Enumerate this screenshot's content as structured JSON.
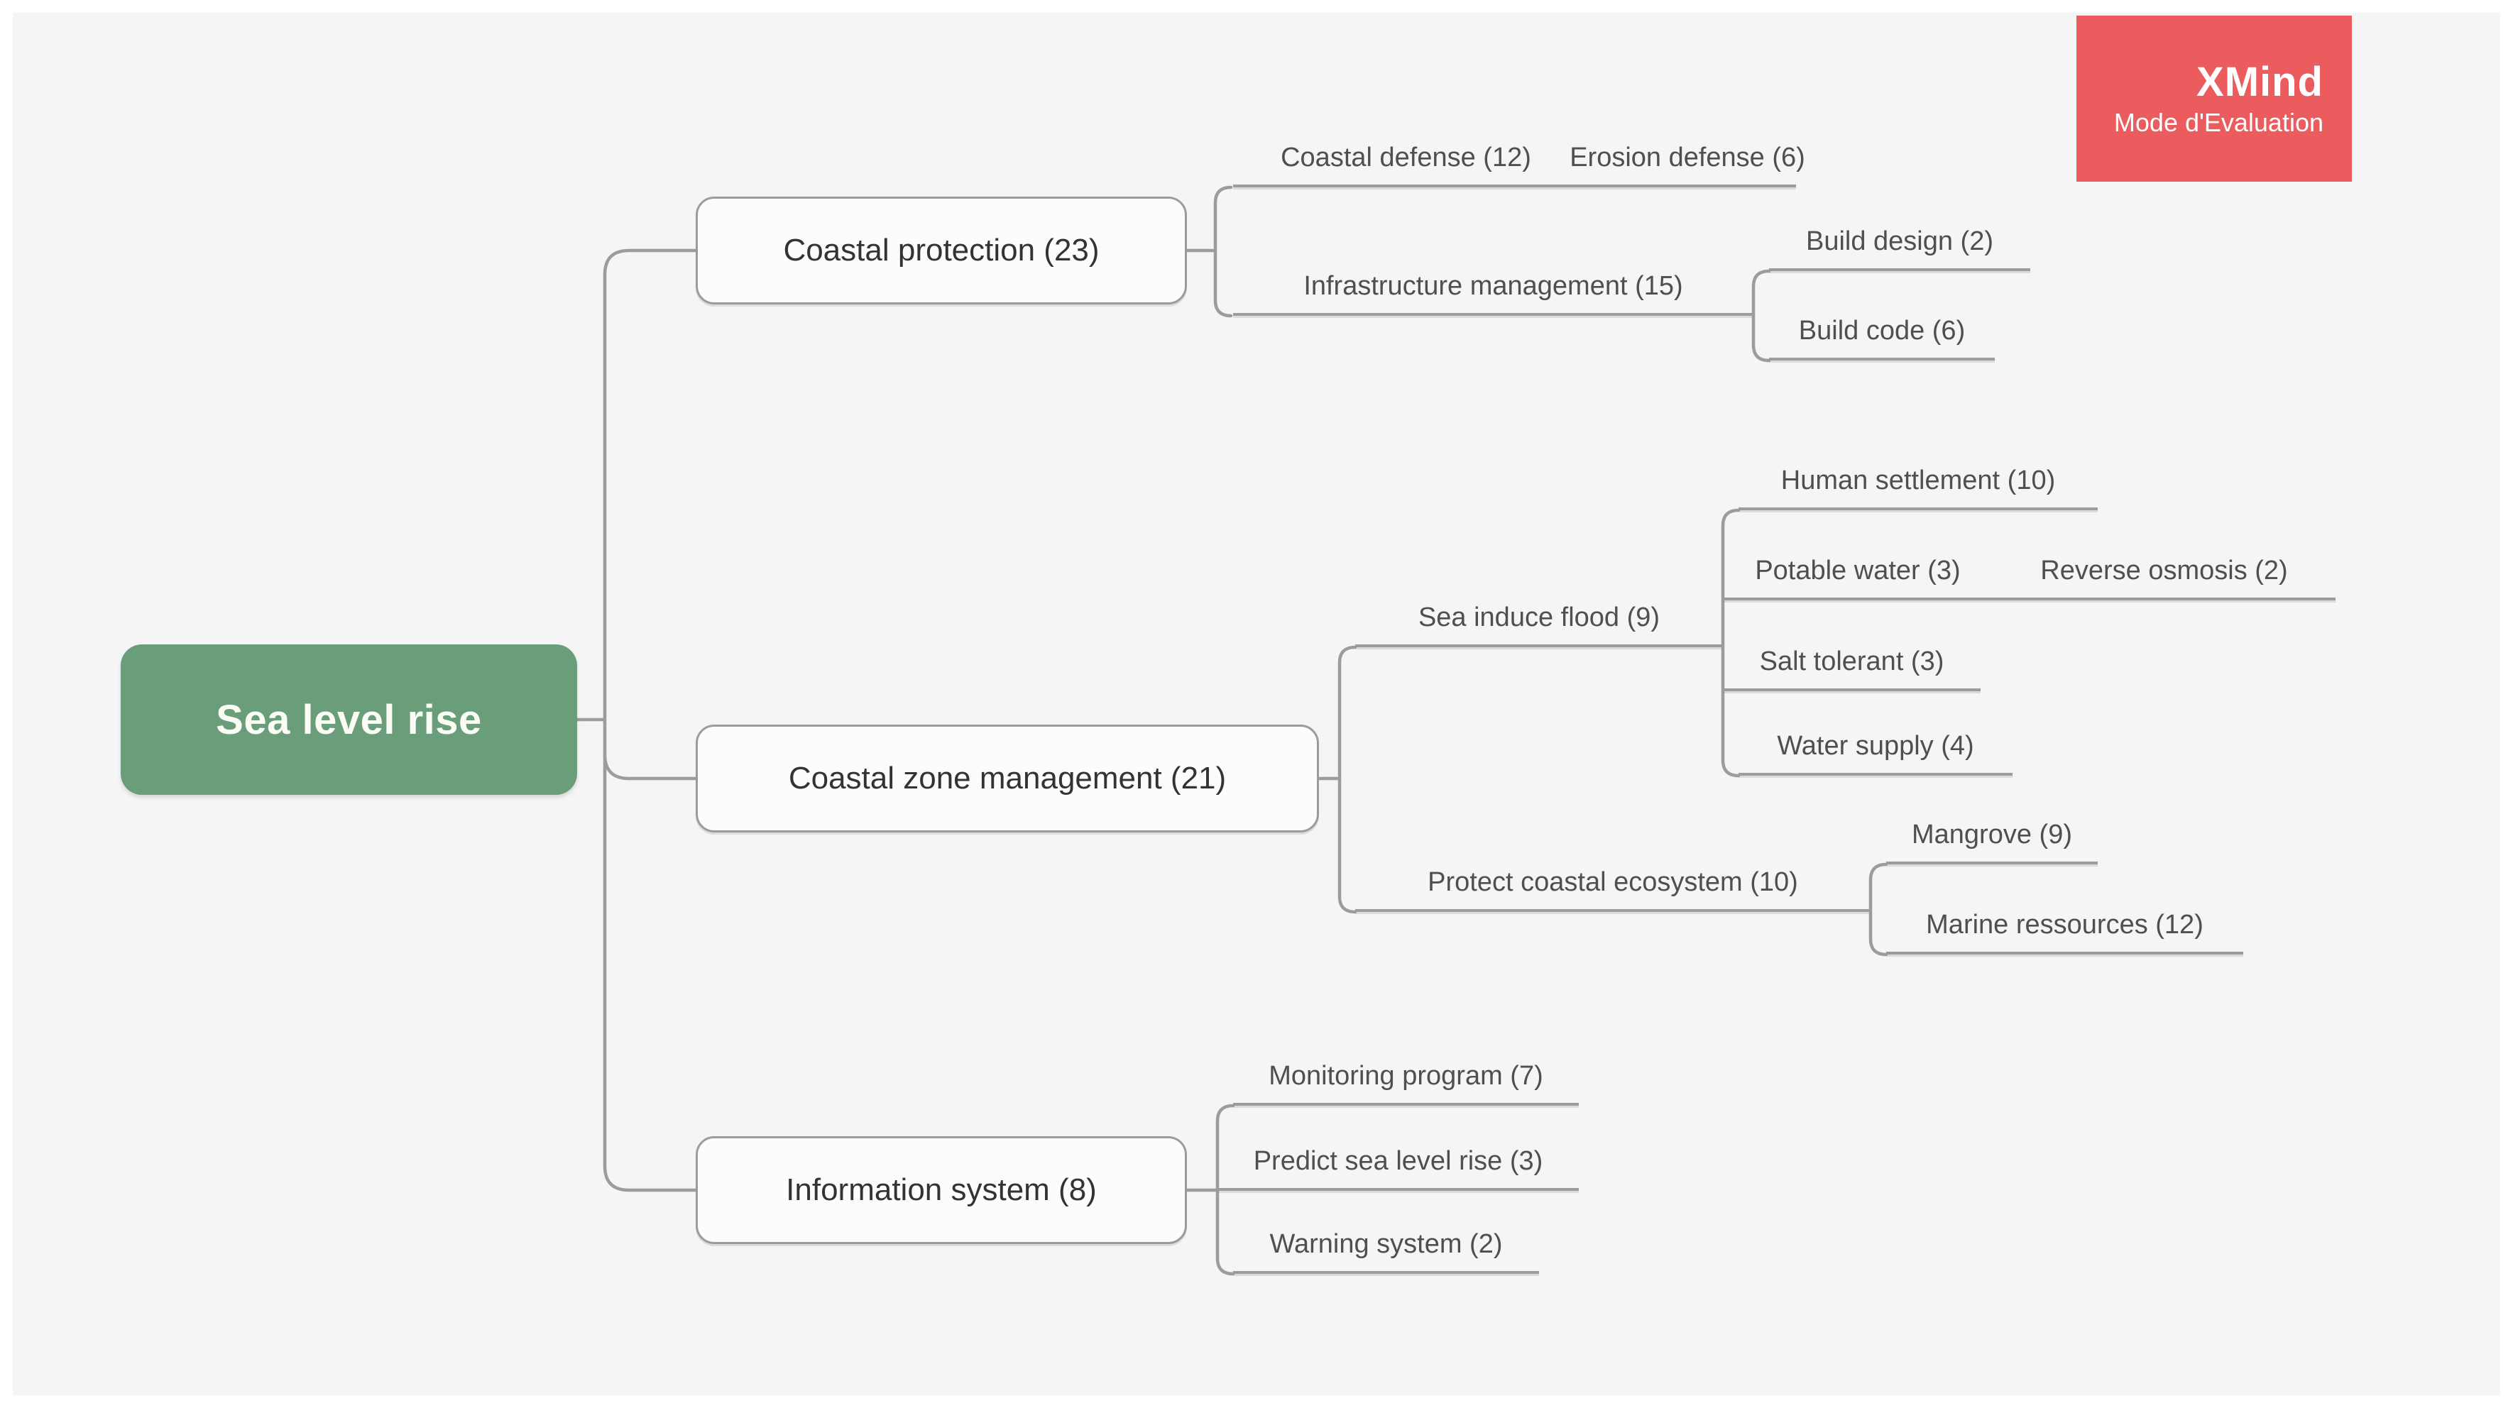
{
  "app": {
    "watermark_brand": "XMind",
    "watermark_subtitle": "Mode d'Evaluation"
  },
  "colors": {
    "canvas_bg": "#f5f5f6",
    "root_topic_bg": "#6a9e7a",
    "root_topic_text": "#fcfcf7",
    "watermark_bg": "#ea5c5e",
    "connector_line": "#9c9c9c",
    "topic_border": "#9b9b9b",
    "topic_text": "#333333",
    "subtopic_text": "#4f4f4f"
  },
  "mindmap": {
    "root": {
      "label": "Sea level rise"
    },
    "topics": [
      {
        "label": "Coastal protection (23)",
        "children": [
          {
            "label": "Coastal defense (12)",
            "children": [
              {
                "label": "Erosion defense (6)"
              }
            ]
          },
          {
            "label": "Infrastructure management (15)",
            "children": [
              {
                "label": "Build design (2)"
              },
              {
                "label": "Build code (6)"
              }
            ]
          }
        ]
      },
      {
        "label": "Coastal zone management (21)",
        "children": [
          {
            "label": "Sea induce flood (9)",
            "children": [
              {
                "label": "Human settlement (10)"
              },
              {
                "label": "Potable water (3)",
                "children": [
                  {
                    "label": "Reverse osmosis (2)"
                  }
                ]
              },
              {
                "label": "Salt tolerant (3)"
              },
              {
                "label": "Water supply (4)"
              }
            ]
          },
          {
            "label": "Protect coastal ecosystem (10)",
            "children": [
              {
                "label": "Mangrove (9)"
              },
              {
                "label": "Marine ressources (12)"
              }
            ]
          }
        ]
      },
      {
        "label": "Information system (8)",
        "children": [
          {
            "label": "Monitoring program (7)"
          },
          {
            "label": "Predict sea level rise (3)"
          },
          {
            "label": "Warning system (2)"
          }
        ]
      }
    ]
  }
}
